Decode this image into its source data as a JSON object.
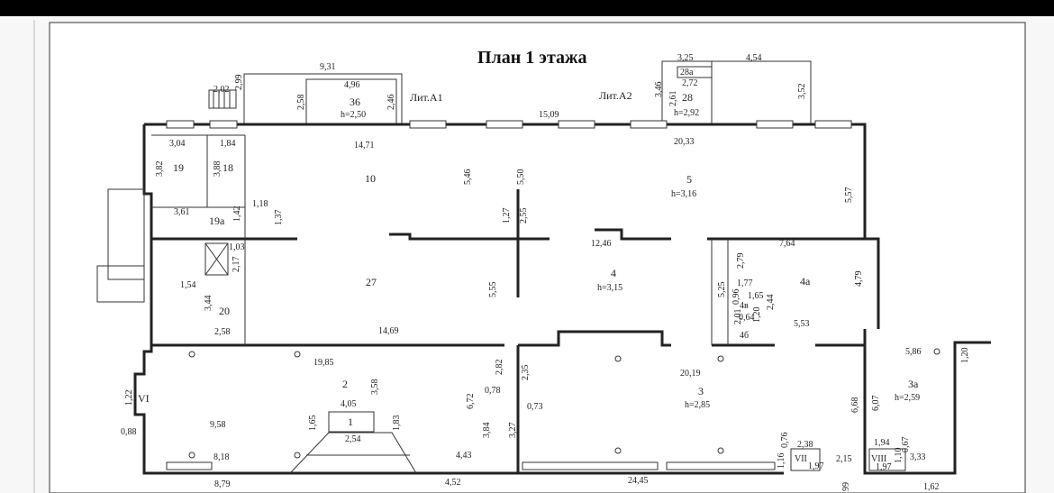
{
  "plan": {
    "title": "План 1 этажа",
    "lit_a1": "Лит.А1",
    "lit_a2": "Лит.А2",
    "rooms": [
      {
        "label": "10"
      },
      {
        "label": "5"
      },
      {
        "label": "h=3,16"
      },
      {
        "label": "19"
      },
      {
        "label": "18"
      },
      {
        "label": "19a"
      },
      {
        "label": "27"
      },
      {
        "label": "4"
      },
      {
        "label": "h=3,15"
      },
      {
        "label": "4a"
      },
      {
        "label": "20"
      },
      {
        "label": "2"
      },
      {
        "label": "1"
      },
      {
        "label": "3"
      },
      {
        "label": "h=2,85"
      },
      {
        "label": "3a"
      },
      {
        "label": "h=2,59"
      },
      {
        "label": "VI"
      },
      {
        "label": "VII"
      },
      {
        "label": "VIII"
      },
      {
        "label": "36"
      },
      {
        "label": "h=2,50"
      },
      {
        "label": "28"
      },
      {
        "label": "28a"
      },
      {
        "label": "h=2,92"
      },
      {
        "label": "4в"
      },
      {
        "label": "4б"
      }
    ],
    "dimensions": [
      "9,31",
      "2,02",
      "2,99",
      "4,96",
      "2,58",
      "2,46",
      "3,25",
      "4,54",
      "2,72",
      "2,61",
      "3,46",
      "3,52",
      "15,09",
      "14,71",
      "20,33",
      "3,04",
      "1,84",
      "3,82",
      "3,88",
      "5,46",
      "5,50",
      "5,57",
      "3,61",
      "1,42",
      "1,18",
      "1,37",
      "1,27",
      "2,55",
      "1,03",
      "2,17",
      "12,46",
      "7,64",
      "2,79",
      "1,54",
      "3,44",
      "5,55",
      "5,25",
      "1,77",
      "0,96",
      "1,65",
      "2,01",
      "0,64",
      "1,20",
      "2,44",
      "4,79",
      "2,58",
      "14,69",
      "5,53",
      "19,85",
      "3,58",
      "2,82",
      "2,35",
      "20,19",
      "5,86",
      "1,20",
      "1,22",
      "0,78",
      "6,72",
      "0,73",
      "6,68",
      "6,07",
      "4,05",
      "1,65",
      "1,83",
      "2,54",
      "9,58",
      "3,84",
      "3,27",
      "0,88",
      "8,18",
      "4,43",
      "0,76",
      "2,38",
      "1,16",
      "1,97",
      "2,15",
      "1,94",
      "0,67",
      "1,10",
      "1,97",
      "3,33",
      "8,79",
      "4,52",
      "24,45",
      "1,62",
      "99"
    ]
  }
}
